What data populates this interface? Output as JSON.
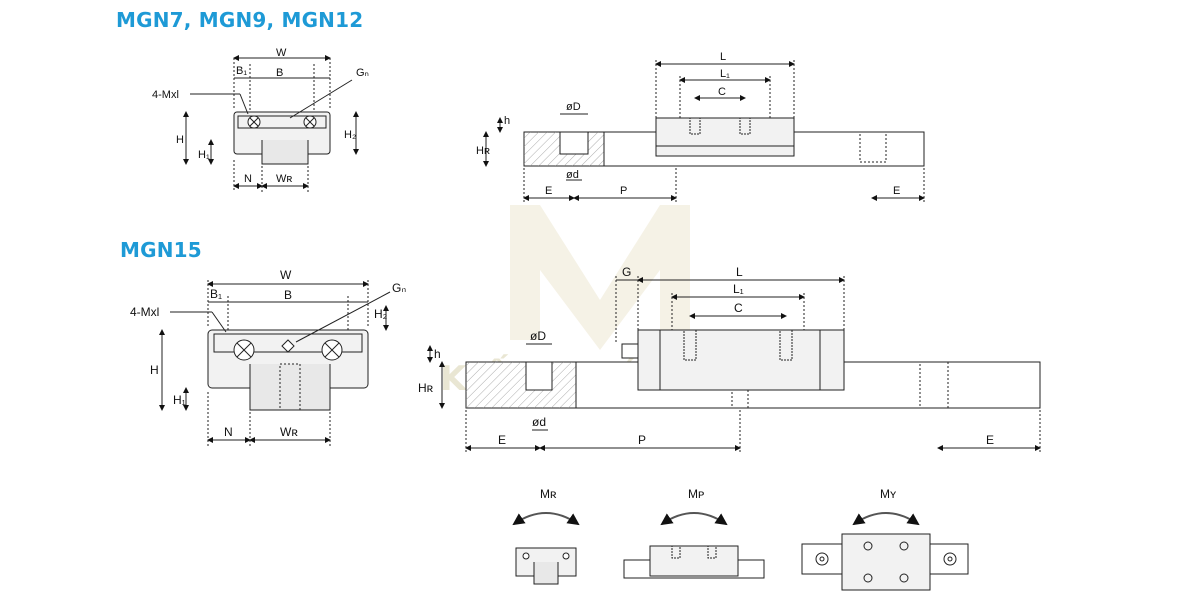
{
  "headings": {
    "small_series": "MGN7, MGN9, MGN12",
    "large_series": "MGN15"
  },
  "watermark": {
    "text": "KIẾN THỨC MÁY",
    "color": "#e2dbb7"
  },
  "accent_color": "#1e9ad6",
  "cross_section_small": {
    "labels": {
      "W": "W",
      "B1": "B₁",
      "B": "B",
      "Gn": "Gₙ",
      "mount": "4-Mxl",
      "H": "H",
      "H1": "H₁",
      "H2": "H₂",
      "N": "N",
      "WR": "Wʀ"
    }
  },
  "side_view_small": {
    "labels": {
      "L": "L",
      "L1": "L₁",
      "C": "C",
      "D": "øD",
      "h": "h",
      "HR": "Hʀ",
      "d": "ød",
      "E_left": "E",
      "P": "P",
      "E_right": "E"
    }
  },
  "cross_section_large": {
    "labels": {
      "W": "W",
      "B1": "B₁",
      "B": "B",
      "Gn": "Gₙ",
      "mount": "4-Mxl",
      "H": "H",
      "H1": "H₁",
      "H2": "H₂",
      "N": "N",
      "WR": "Wʀ"
    }
  },
  "side_view_large": {
    "labels": {
      "G": "G",
      "L": "L",
      "L1": "L₁",
      "C": "C",
      "D": "øD",
      "h": "h",
      "HR": "Hʀ",
      "d": "ød",
      "E_left": "E",
      "P": "P",
      "E_right": "E"
    }
  },
  "moments": {
    "MR": "Mʀ",
    "MP": "Mᴘ",
    "MY": "Mʏ"
  }
}
